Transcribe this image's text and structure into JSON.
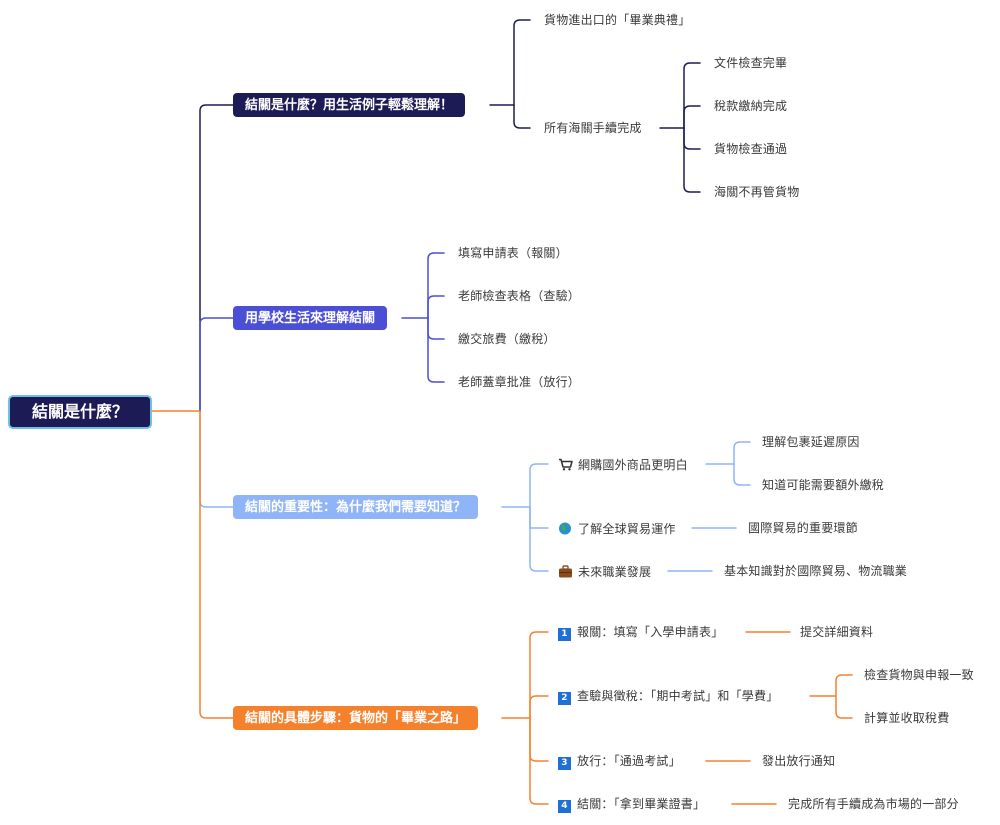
{
  "root": {
    "label": "結關是什麼？"
  },
  "branches": [
    {
      "label": "結關是什麼？用生活例子輕鬆理解！",
      "children": [
        {
          "label": "貨物進出口的「畢業典禮」"
        },
        {
          "label": "所有海關手續完成",
          "children": [
            "文件檢查完畢",
            "稅款繳納完成",
            "貨物檢查通過",
            "海關不再管貨物"
          ]
        }
      ]
    },
    {
      "label": "用學校生活來理解結關",
      "children": [
        "填寫申請表（報關）",
        "老師檢查表格（查驗）",
        "繳交旅費（繳稅）",
        "老師蓋章批准（放行）"
      ]
    },
    {
      "label": "結關的重要性：為什麼我們需要知道？",
      "children": [
        {
          "icon": "shopping-cart-icon",
          "label": "網購國外商品更明白",
          "children": [
            "理解包裹延遲原因",
            "知道可能需要額外繳稅"
          ]
        },
        {
          "icon": "globe-icon",
          "label": "了解全球貿易運作",
          "children": [
            "國際貿易的重要環節"
          ]
        },
        {
          "icon": "briefcase-icon",
          "label": "未來職業發展",
          "children": [
            "基本知識對於國際貿易、物流職業"
          ]
        }
      ]
    },
    {
      "label": "結關的具體步驟：貨物的「畢業之路」",
      "children": [
        {
          "num": "1",
          "label": "報關：填寫「入學申請表」",
          "children": [
            "提交詳細資料"
          ]
        },
        {
          "num": "2",
          "label": "查驗與徵稅：「期中考試」和「學費」",
          "children": [
            "檢查貨物與申報一致",
            "計算並收取稅費"
          ]
        },
        {
          "num": "3",
          "label": "放行：「通過考試」",
          "children": [
            "發出放行通知"
          ]
        },
        {
          "num": "4",
          "label": "結關：「拿到畢業證書」",
          "children": [
            "完成所有手續成為市場的一部分"
          ]
        }
      ]
    }
  ],
  "colors": {
    "root_bg": "#1d1b55",
    "root_border": "#6ec1e4",
    "branch1": "#1d1b55",
    "branch2": "#4b4fd6",
    "branch3": "#8fb4f7",
    "branch4": "#f5812d",
    "step_badge": "#1e6fd6"
  }
}
